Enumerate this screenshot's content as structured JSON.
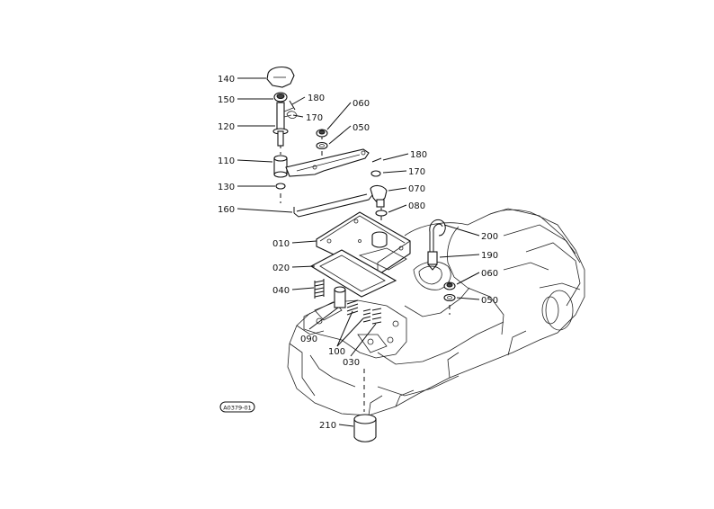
{
  "diagram": {
    "code_label": "A0379-01",
    "parts": {
      "p140": "140",
      "p150": "150",
      "p180a": "180",
      "p170a": "170",
      "p120": "120",
      "p060a": "060",
      "p050a": "050",
      "p110": "110",
      "p130": "130",
      "p160": "160",
      "p180b": "180",
      "p170b": "170",
      "p070": "070",
      "p080": "080",
      "p010": "010",
      "p200": "200",
      "p190": "190",
      "p020": "020",
      "p060b": "060",
      "p040": "040",
      "p050b": "050",
      "p090": "090",
      "p100": "100",
      "p030": "030",
      "p210": "210"
    }
  }
}
